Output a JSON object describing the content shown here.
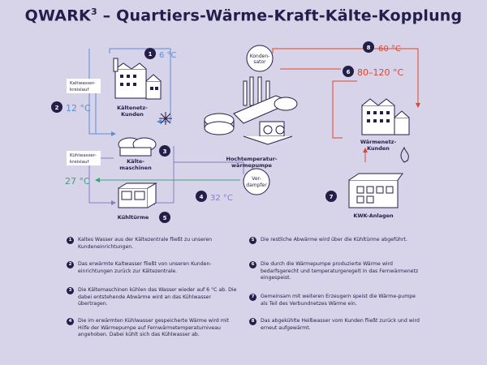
{
  "title": {
    "main": "QWARK",
    "sup": "3",
    "rest": " – Quartiers-Wärme-Kraft-Kälte-Kopplung"
  },
  "labels": {
    "kaltwasserkreislauf": [
      "Kaltwasser-",
      "kreislauf"
    ],
    "kuehlwasserkreislauf": [
      "Kühlwasser-",
      "kreislauf"
    ],
    "kaeltenetz_kunden": [
      "Kältenetz-",
      "Kunden"
    ],
    "kaeltemaschinen": [
      "Kälte-",
      "maschinen"
    ],
    "kuehltuerme": "Kühltürme",
    "verdampfer": [
      "Ver-",
      "dampfer"
    ],
    "kondensator": [
      "Konden-",
      "sator"
    ],
    "hochtemperatur": [
      "Hochtemperatur-",
      "wärmepumpe"
    ],
    "waermenetz_kunden": [
      "Wärmenetz-",
      "Kunden"
    ],
    "kwk_anlagen": "KWK-Anlagen"
  },
  "markers": {
    "m1": {
      "num": "1",
      "temp": "6 °C"
    },
    "m2": {
      "num": "2",
      "temp": "12 °C"
    },
    "m3": {
      "num": "3"
    },
    "m4": {
      "num": "4",
      "temp": "32 °C"
    },
    "m5": {
      "num": "5"
    },
    "m6": {
      "num": "6",
      "temp": "80–120 °C"
    },
    "m7": {
      "num": "7"
    },
    "m8": {
      "num": "8",
      "temp": "60 °C"
    },
    "t27": "27 °C"
  },
  "colors": {
    "dark": "#241f4a",
    "cold_blue": "#5b8fd6",
    "green": "#3aa37a",
    "purple": "#8a7cc4",
    "red": "#e0452e",
    "background": "#d7d3e8"
  },
  "legend": [
    {
      "num": "1",
      "text": "Kaltes Wasser aus der Kältezentrale fließt zu unseren Kundeneinrichtungen."
    },
    {
      "num": "2",
      "text": "Das erwärmte Kaltwasser fließt von unseren Kunden-einrichtungen zurück zur Kältezentrale."
    },
    {
      "num": "3",
      "text": "Die Kältemaschinen kühlen das Wasser wieder auf 6 °C ab. Die dabei entstehende Abwärme wird an das Kühlwasser übertragen."
    },
    {
      "num": "4",
      "text": "Die im erwärmten Kühlwasser gespeicherte Wärme wird mit Hilfe der Wärmepumpe auf Fernwärmetemperaturniveau angehoben. Dabei kühlt sich das Kühlwasser ab."
    },
    {
      "num": "5",
      "text": "Die restliche Abwärme wird über die Kühltürme abgeführt."
    },
    {
      "num": "6",
      "text": "Die durch die Wärmepumpe produzierte Wärme wird bedarfsgerecht und temperaturgeregelt in das Fernwärmenetz eingespeist."
    },
    {
      "num": "7",
      "text": "Gemeinsam mit weiteren Erzeugern speist die Wärme-pumpe als Teil des Verbundnetzes Wärme ein."
    },
    {
      "num": "8",
      "text": "Das abgekühlte Heißwasser vom Kunden fließt zurück und wird erneut aufgewärmt."
    }
  ]
}
